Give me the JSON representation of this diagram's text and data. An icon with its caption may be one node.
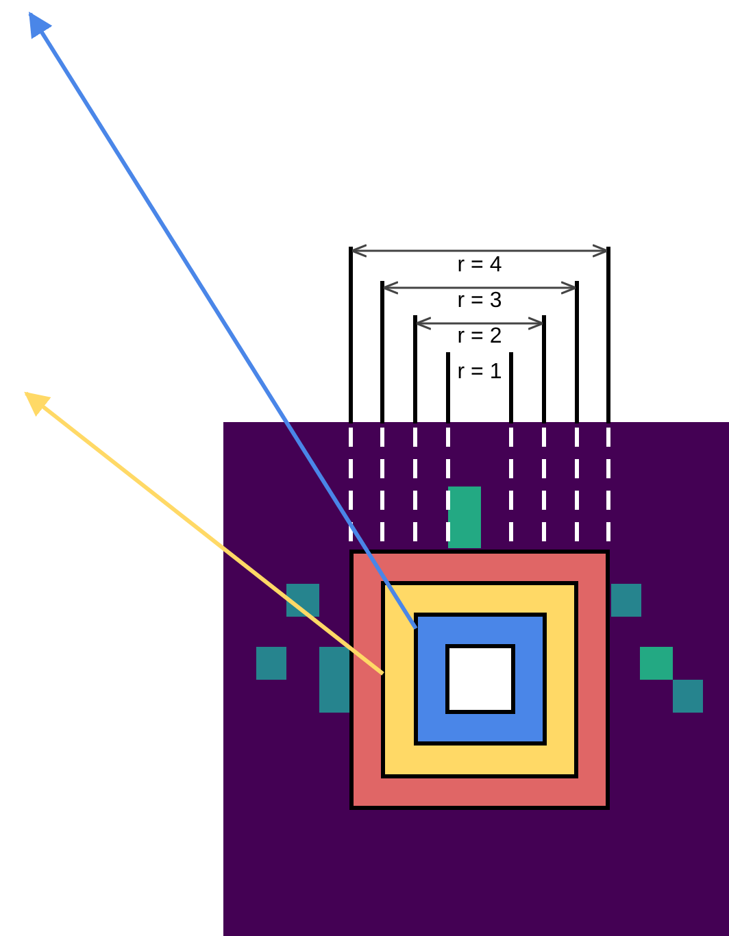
{
  "diagram": {
    "nodes": [
      {
        "text": [],
        "shape": "picture"
      },
      {
        "text": [],
        "shape": "box",
        "in": 0
      },
      {
        "text": [],
        "shape": "box",
        "in": 1
      },
      {
        "text": [],
        "shape": "box",
        "in": 2
      },
      {
        "text": [],
        "shape": "box",
        "in": 3
      }
    ],
    "edges": [
      {
        "from": 3,
        "to": null,
        "arrow": "to",
        "color": "#4a86e8"
      },
      {
        "from": 2,
        "to": null,
        "arrow": "to",
        "color": "#ffd966"
      }
    ],
    "labels": [
      "r = 4",
      "r = 3",
      "r = 2",
      "r = 1"
    ]
  }
}
